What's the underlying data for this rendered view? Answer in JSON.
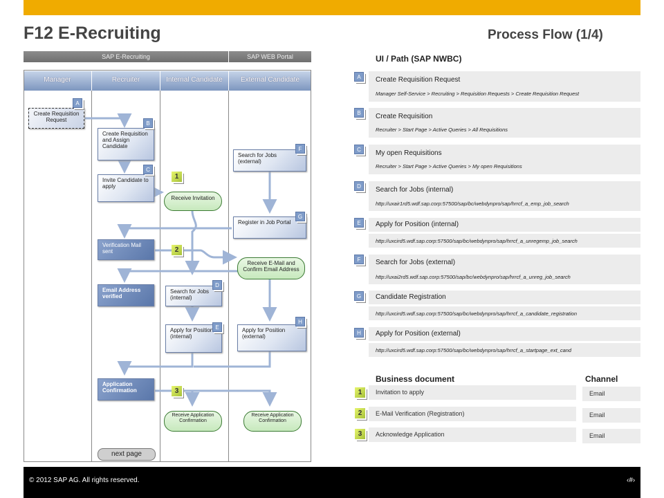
{
  "header": {
    "title": "F12 E-Recruiting",
    "subtitle": "Process Flow (1/4)"
  },
  "footer": {
    "copyright": "© 2012 SAP AG. All rights reserved.",
    "page_number": "‹#›"
  },
  "swimlane": {
    "groups": [
      "SAP E-Recruiting",
      "SAP WEB Portal"
    ],
    "roles": [
      "Manager",
      "Recruiter",
      "Internal Candidate",
      "External Candidate"
    ],
    "steps": {
      "create_req_request": "Create Requisition Request",
      "create_req_assign": "Create Requisition and Assign Candidate",
      "invite_candidate": "Invite Candidate to apply",
      "receive_invitation": "Receive Invitation",
      "search_jobs_external": "Search for Jobs (external)",
      "register_job_portal": "Register in Job Portal",
      "verification_mail": "Verification Mail sent",
      "receive_email_confirm": "Receive E-Mail and Confirm Email Address",
      "email_verified": "Email Address verified",
      "search_jobs_internal": "Search for Jobs (internal)",
      "apply_internal": "Apply for Position (internal)",
      "apply_external": "Apply for Position (external)",
      "application_confirmation": "Application Confirmation",
      "receive_app_conf_internal": "Receive Application Confirmation",
      "receive_app_conf_external": "Receive Application Confirmation"
    },
    "tags": {
      "a": "A",
      "b": "B",
      "c": "C",
      "d": "D",
      "e": "E",
      "f": "F",
      "g": "G",
      "h": "H"
    },
    "numbers": {
      "one": "1",
      "two": "2",
      "three": "3"
    },
    "next_page": "next page"
  },
  "ui_path": {
    "title": "UI / Path (SAP NWBC)",
    "rows": [
      {
        "tag": "A",
        "title": "Create Requisition Request",
        "path": "Manager Self-Service > Recruiting > Requisition Requests > Create Requisition Request"
      },
      {
        "tag": "B",
        "title": "Create Requisition",
        "path": "Recruiter > Start Page > Active Queries > All Requisitions"
      },
      {
        "tag": "C",
        "title": "My open Requisitions",
        "path": "Recruiter > Start Page > Active Queries > My open Requisitions"
      },
      {
        "tag": "D",
        "title": "Search for Jobs (internal)",
        "path": "http://uxair1rd5.wdf.sap.corp:57500/sap/bc/webdynpro/sap/hrrcf_a_emp_job_search"
      },
      {
        "tag": "E",
        "title": "Apply for Position (internal)",
        "path": "http://uxcird5.wdf.sap.corp:57500/sap/bc/webdynpro/sap/hrrcf_a_unregemp_job_search"
      },
      {
        "tag": "F",
        "title": "Search for Jobs (external)",
        "path": "http://uxai2rd5.wdf.sap.corp:57500/sap/bc/webdynpro/sap/hrrcf_a_unreg_job_search"
      },
      {
        "tag": "G",
        "title": "Candidate Registration",
        "path": "http://uxcird5.wdf.sap.corp:57500/sap/bc/webdynpro/sap/hrrcf_a_candidate_registration"
      },
      {
        "tag": "H",
        "title": "Apply for Position (external)",
        "path": "http://uxcird5.wdf.sap.corp:57500/sap/bc/webdynpro/sap/hrrcf_a_startpage_ext_cand"
      }
    ]
  },
  "business_docs": {
    "title": "Business document",
    "channel_title": "Channel",
    "rows": [
      {
        "num": "1",
        "doc": "Invitation to apply",
        "channel": "Email"
      },
      {
        "num": "2",
        "doc": "E-Mail Verification (Registration)",
        "channel": "Email"
      },
      {
        "num": "3",
        "doc": "Acknowledge Application",
        "channel": "Email"
      }
    ]
  },
  "colors": {
    "brand_bar": "#f0ab00",
    "footer": "#000000",
    "role_header": "#7d96bf",
    "tag": "#7f9cc9",
    "number_badge": "#a6c13a",
    "oval": "#c7e9bd"
  }
}
